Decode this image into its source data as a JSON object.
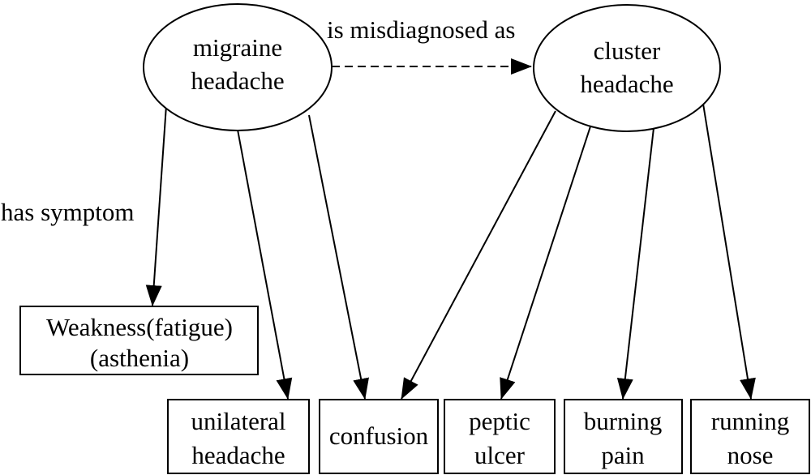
{
  "diagram": {
    "nodes": {
      "migraine": {
        "lines": [
          "migraine",
          "headache"
        ],
        "shape": "ellipse"
      },
      "cluster": {
        "lines": [
          "cluster",
          "headache"
        ],
        "shape": "ellipse"
      },
      "weakness": {
        "lines": [
          "Weakness(fatigue)",
          "(asthenia)"
        ],
        "shape": "box"
      },
      "unilateral": {
        "lines": [
          "unilateral",
          "headache"
        ],
        "shape": "box"
      },
      "confusion": {
        "lines": [
          "confusion"
        ],
        "shape": "box"
      },
      "peptic": {
        "lines": [
          "peptic",
          "ulcer"
        ],
        "shape": "box"
      },
      "burning": {
        "lines": [
          "burning",
          "pain"
        ],
        "shape": "box"
      },
      "running": {
        "lines": [
          "running",
          "nose"
        ],
        "shape": "box"
      }
    },
    "edges": [
      {
        "from": "migraine",
        "to": "cluster",
        "label": "is misdiagnosed as",
        "style": "dashed"
      },
      {
        "from": "migraine",
        "to": "weakness",
        "label": "has symptom",
        "style": "solid"
      },
      {
        "from": "migraine",
        "to": "unilateral",
        "label": "",
        "style": "solid"
      },
      {
        "from": "migraine",
        "to": "confusion",
        "label": "",
        "style": "solid"
      },
      {
        "from": "cluster",
        "to": "confusion",
        "label": "",
        "style": "solid"
      },
      {
        "from": "cluster",
        "to": "peptic",
        "label": "",
        "style": "solid"
      },
      {
        "from": "cluster",
        "to": "burning",
        "label": "",
        "style": "solid"
      },
      {
        "from": "cluster",
        "to": "running",
        "label": "",
        "style": "solid"
      }
    ],
    "colors": {
      "stroke": "#000000",
      "background": "#ffffff"
    }
  }
}
